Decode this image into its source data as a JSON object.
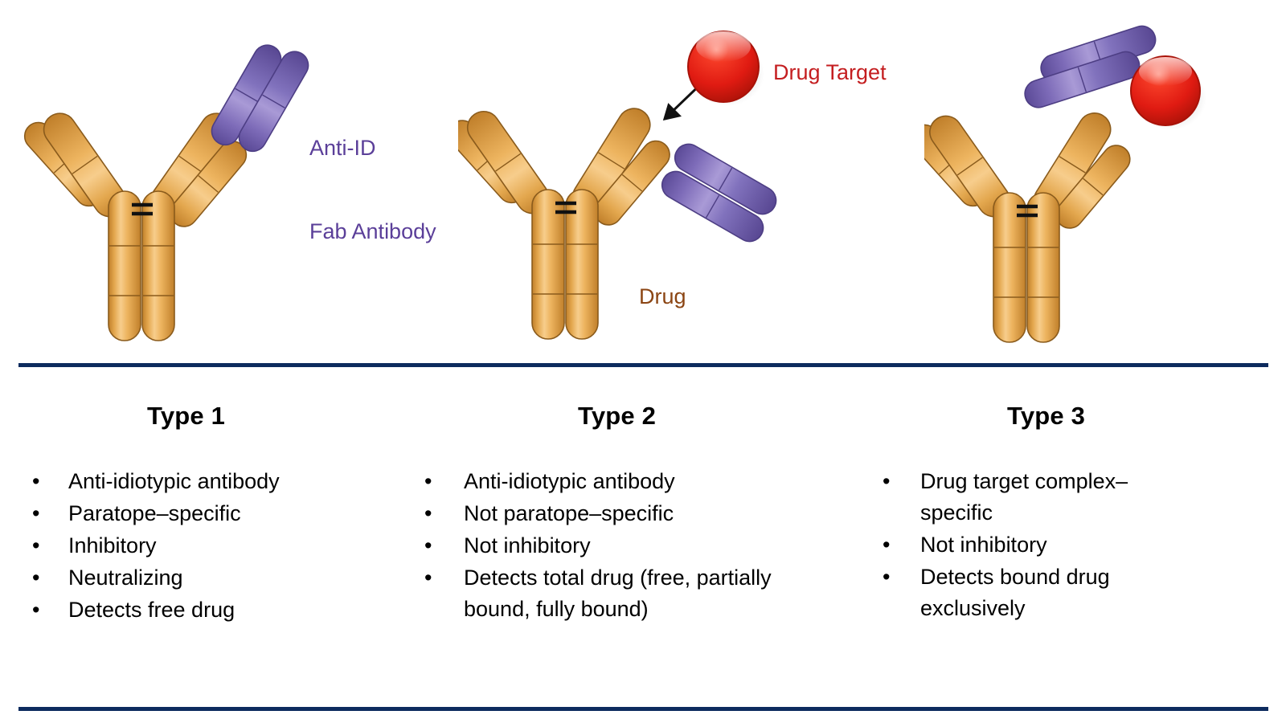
{
  "figure": {
    "title": "Anti-drug antibody assay formats: Type 1, Type 2 and Type 3",
    "divider_color": "#0d2b5e",
    "background": "#ffffff"
  },
  "diagram_labels": {
    "anti_id_fab_antibody": "Anti-ID\nFab Antibody",
    "anti_id_fab_antibody_line1": "Anti-ID",
    "anti_id_fab_antibody_line2": "Fab Antibody",
    "anti_id_color": "#5b3f99",
    "drug_target": "Drug Target",
    "drug_target_color": "#c41e20",
    "drug": "Drug",
    "drug_color": "#8b4513"
  },
  "legend_elements": {
    "drug_antibody_color": "#e8a33d",
    "fab_antibody_color": "#7b68b5",
    "drug_target_sphere_color": "#e01b12"
  },
  "columns": [
    {
      "id": "type-1",
      "title": "Type 1",
      "bullet_char": "•",
      "bullets": [
        "Anti-idiotypic antibody",
        "Paratope–specific",
        "Inhibitory",
        "Neutralizing",
        "Detects free drug"
      ]
    },
    {
      "id": "type-2",
      "title": "Type 2",
      "bullet_char": "•",
      "bullets": [
        "Anti-idiotypic antibody",
        "Not paratope–specific",
        "Not inhibitory",
        "Detects total drug (free, partially bound, fully bound)"
      ]
    },
    {
      "id": "type-3",
      "title": "Type 3",
      "bullet_char": "•",
      "bullets": [
        "Drug target complex–specific",
        "Not inhibitory",
        "Detects bound drug exclusively"
      ]
    }
  ]
}
